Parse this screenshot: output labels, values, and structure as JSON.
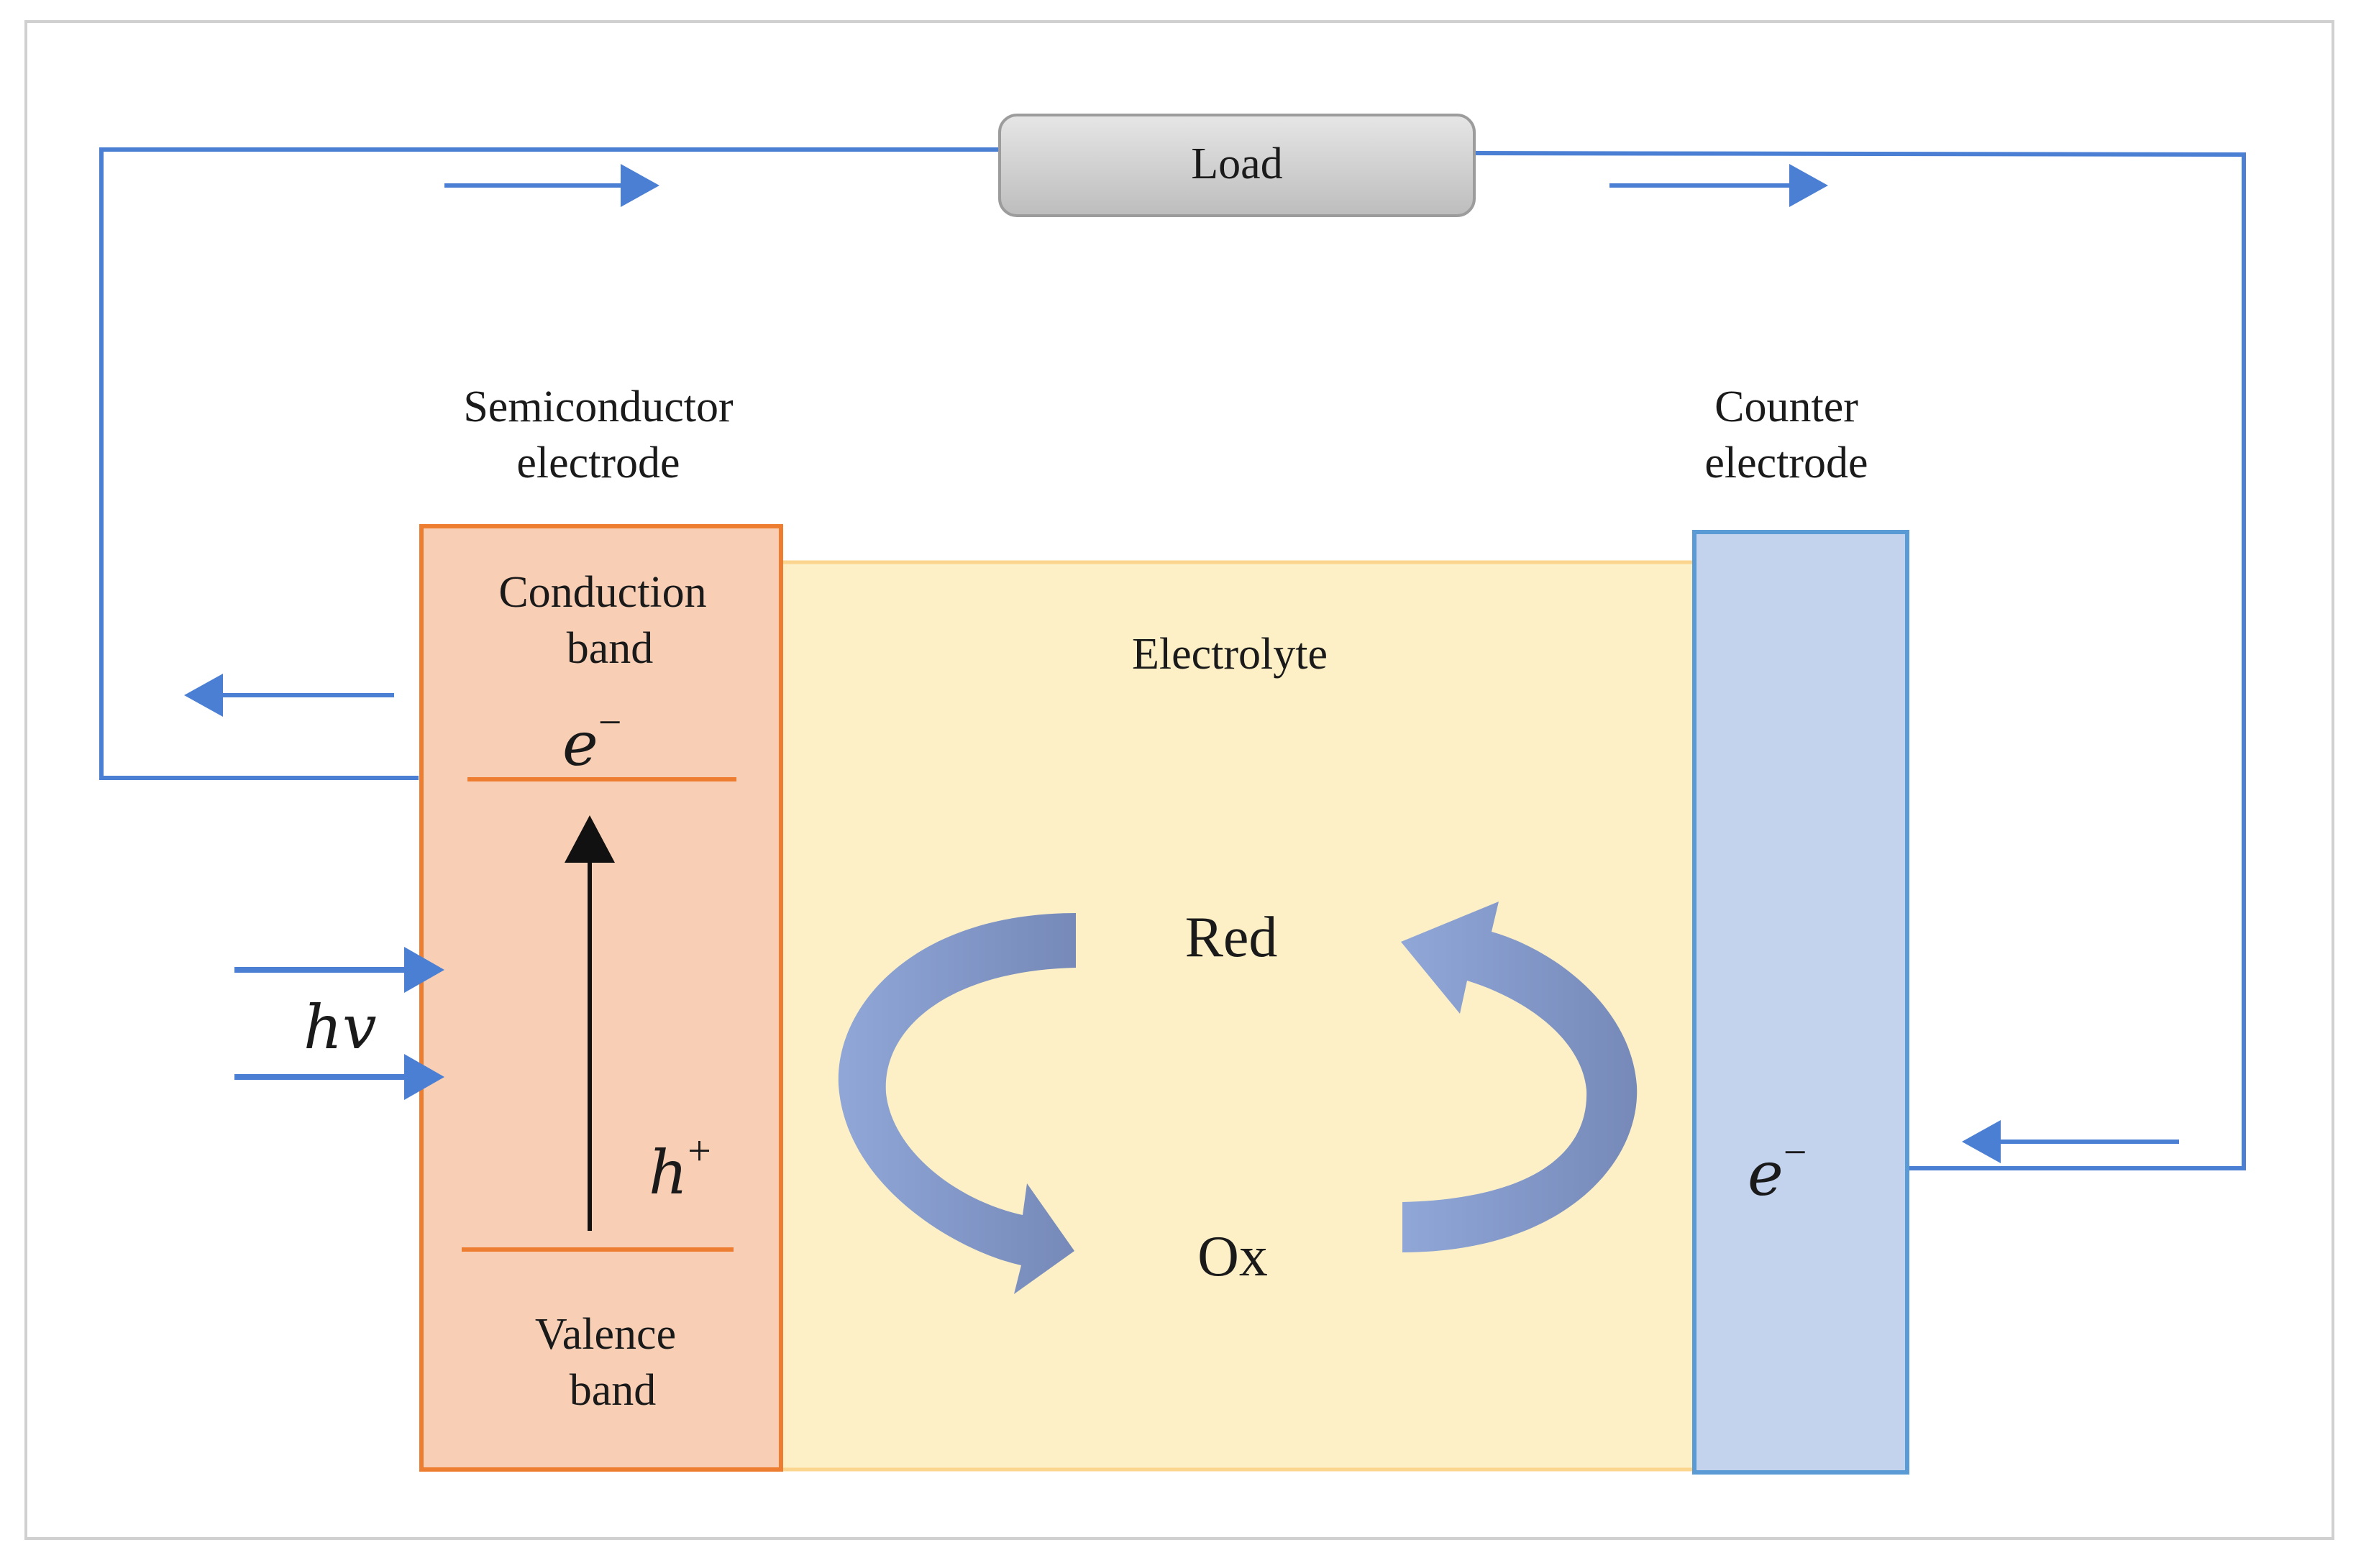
{
  "load": {
    "label": "Load"
  },
  "semiconductor": {
    "title_line1": "Semiconductor",
    "title_line2": "electrode"
  },
  "counter": {
    "title_line1": "Counter",
    "title_line2": "electrode"
  },
  "conduction_band": {
    "line1": "Conduction",
    "line2": "band"
  },
  "valence_band": {
    "line1": "Valence",
    "line2": "band"
  },
  "electrolyte": {
    "label": "Electrolyte"
  },
  "redox": {
    "red": "Red",
    "ox": "Ox"
  },
  "symbols": {
    "electron_base": "e",
    "electron_sup": "−",
    "hole_base": "h",
    "hole_sup": "+",
    "photon": "hv"
  },
  "colors": {
    "wire": "#4a7fd4",
    "semiconductor_fill": "#f8cfb5",
    "semiconductor_border": "#ed7d31",
    "electrolyte_fill": "#fdf0c7",
    "electrolyte_border": "#fbd58e",
    "counter_fill": "#c3d3ee",
    "counter_border": "#5b9bd5",
    "redox_arrow": "#7f95c9",
    "load_fill": "#d6d6d6"
  }
}
